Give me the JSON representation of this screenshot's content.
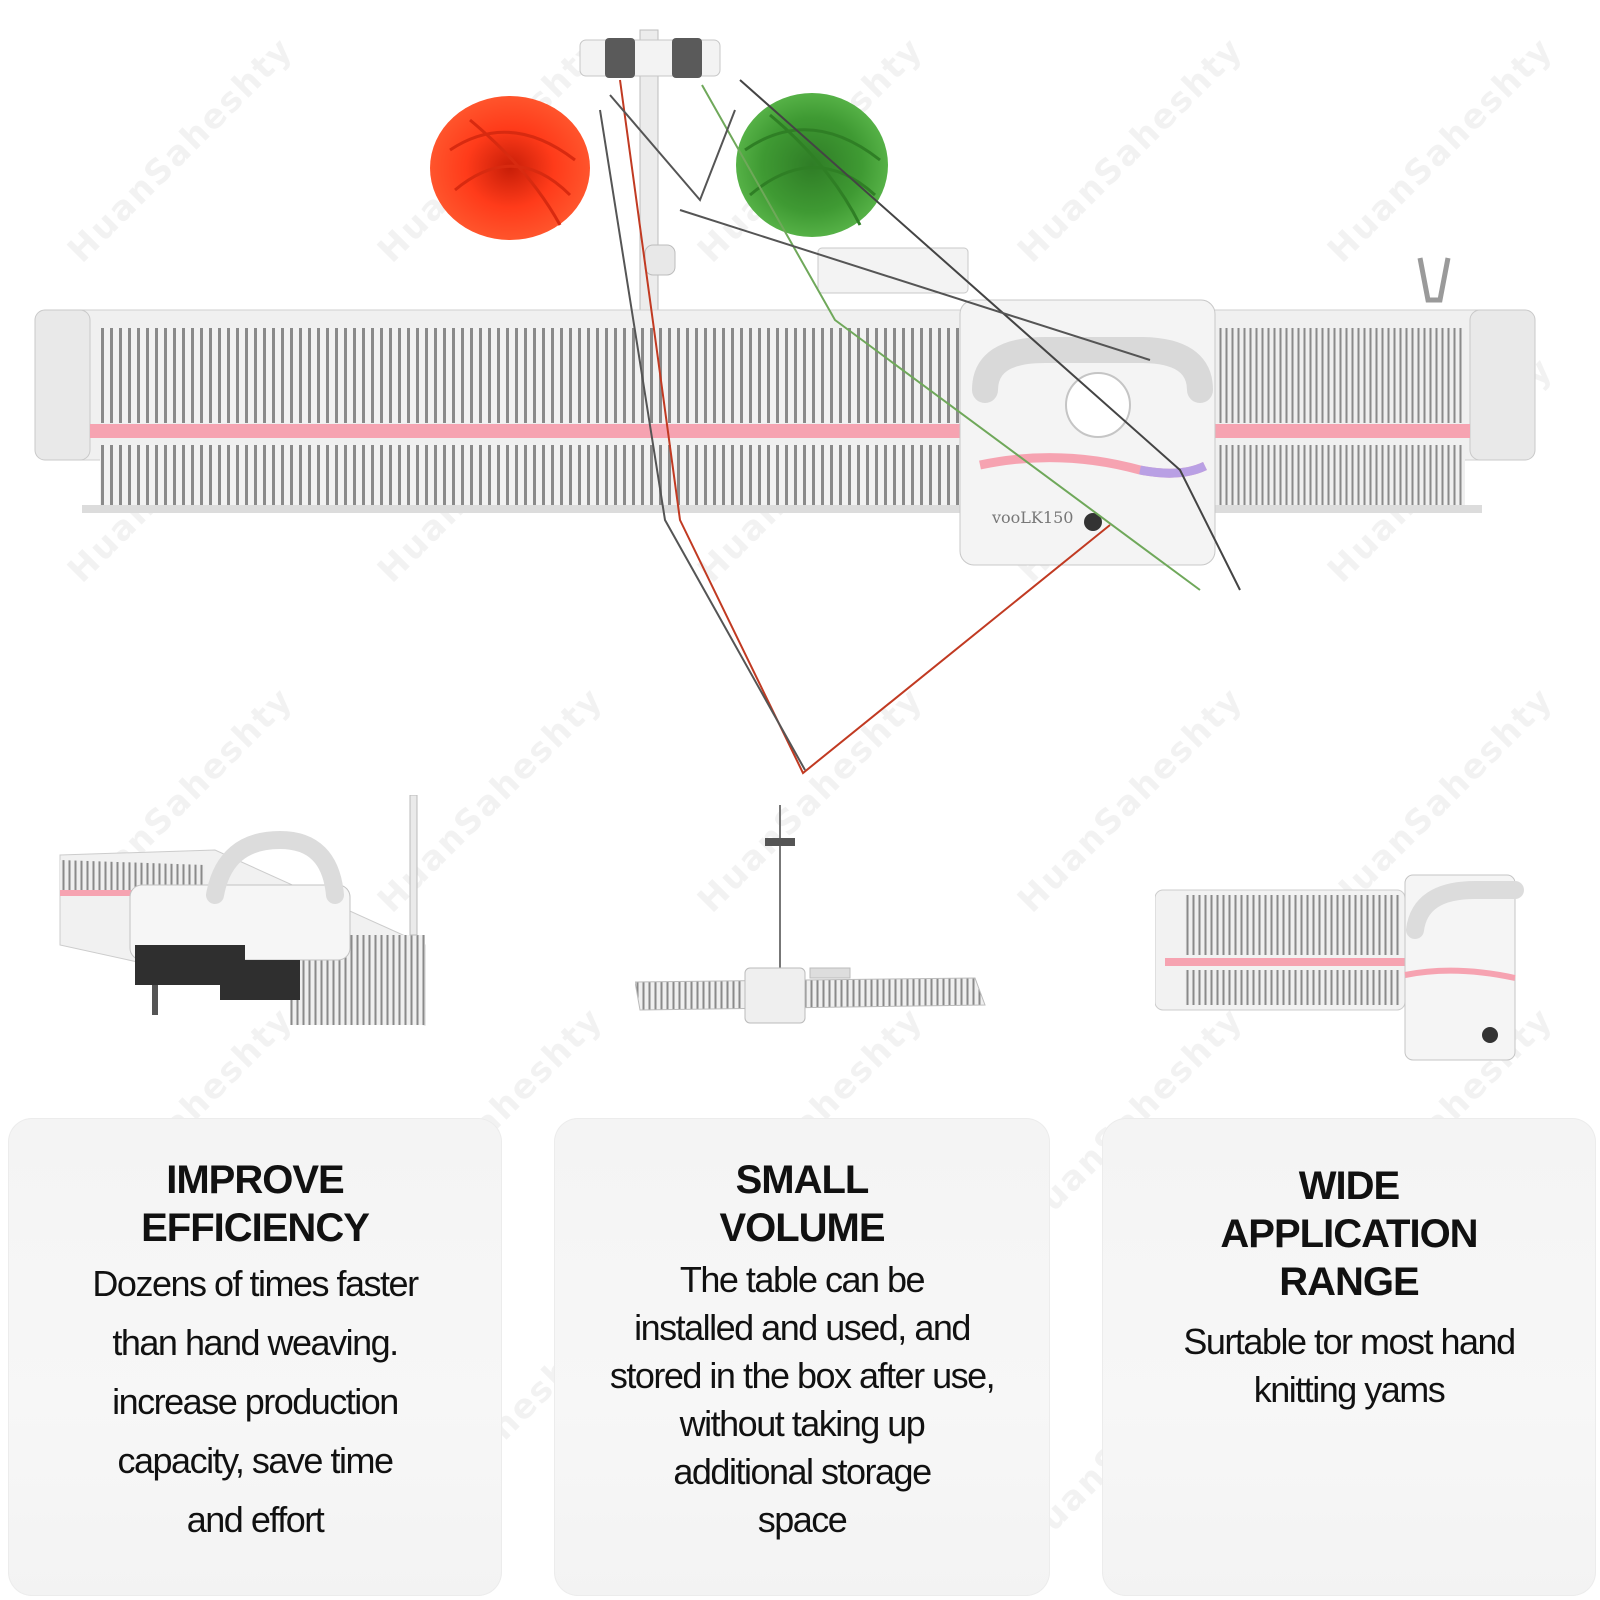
{
  "watermark": {
    "text": "HuanSaheshty"
  },
  "hero": {
    "model_label": "vooLK150",
    "yarn_colors": {
      "red": "#ff3b1a",
      "green": "#3f9a33"
    },
    "accent_stripe": "#f6a3b1"
  },
  "features": [
    {
      "title": "IMPROVE\nEFFICIENCY",
      "body": "Dozens of times faster\nthan hand weaving.\nincrease production\ncapacity, save time\nand effort"
    },
    {
      "title": "SMALL\nVOLUME",
      "body": "The table can be\ninstalled and used, and\nstored in the box after use,\nwithout taking up\nadditional storage\nspace"
    },
    {
      "title": "WIDE\nAPPLICATION\nRANGE",
      "body": "Surtable tor most hand\nknitting yams"
    }
  ]
}
